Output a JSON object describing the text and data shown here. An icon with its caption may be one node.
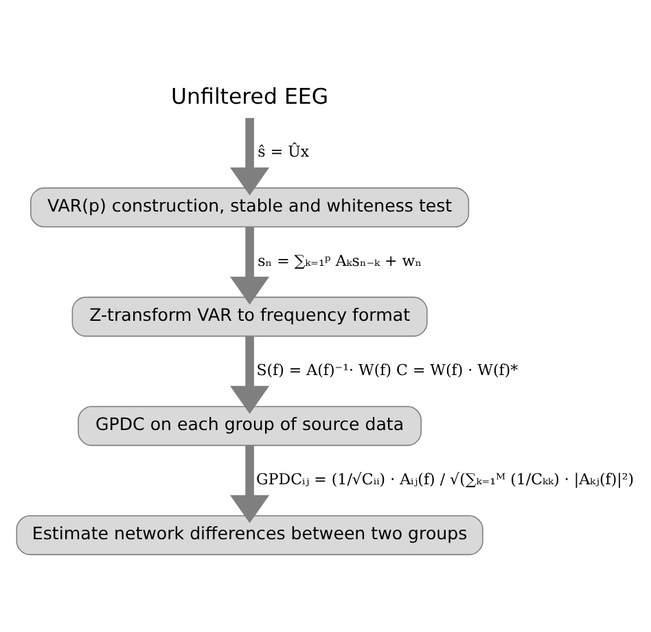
{
  "diagram": {
    "nodes": [
      {
        "text": [
          "Unfiltered EEG"
        ]
      },
      {
        "text": [
          "VAR(p) construction, stable and whiteness test"
        ]
      },
      {
        "text": [
          "Z-transform VAR to frequency format"
        ]
      },
      {
        "text": [
          "GPDC on each group of source data"
        ]
      },
      {
        "text": [
          "Estimate network differences between two groups"
        ]
      }
    ],
    "edges": [
      {
        "from": 0,
        "to": 1,
        "arrow": "to",
        "label": "ŝ = Ûx"
      },
      {
        "from": 1,
        "to": 2,
        "arrow": "to",
        "label": "sₙ = ∑ₖ₌₁ᵖ Aₖsₙ₋ₖ + wₙ"
      },
      {
        "from": 2,
        "to": 3,
        "arrow": "to",
        "label": "S(f) = A(f)⁻¹· W(f) C = W(f) · W(f)*"
      },
      {
        "from": 3,
        "to": 4,
        "arrow": "to",
        "label": "GPDCᵢⱼ = (1/√Cᵢᵢ) · Aᵢⱼ(f) / √(∑ₖ₌₁ᴹ (1/Cₖₖ) · |Aₖⱼ(f)|²)"
      }
    ]
  }
}
